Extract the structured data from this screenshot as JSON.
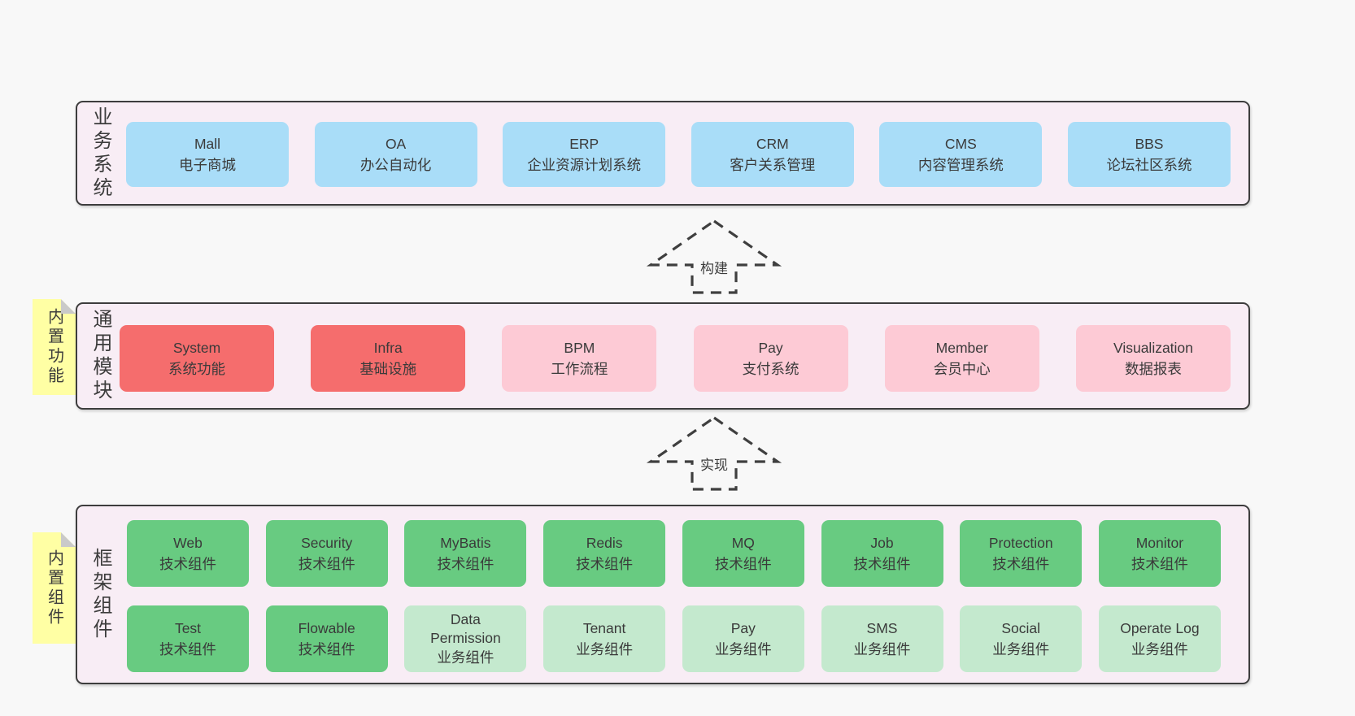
{
  "colors": {
    "page_bg": "#f8f8f8",
    "panel_bg": "#f8edf5",
    "panel_border": "#3d3d3d",
    "box_blue": "#a9ddf8",
    "box_red": "#f56d6d",
    "box_pink": "#fdcad5",
    "box_green": "#68cb81",
    "box_green_light": "#c4e9ce",
    "sticky_yellow": "#ffffa4",
    "fold_gray": "#c9c9c9",
    "text": "#3c3c3c"
  },
  "arrows": {
    "build_label": "构建",
    "implement_label": "实现"
  },
  "business": {
    "side_label": "业务系统",
    "boxes": [
      {
        "title": "Mall",
        "subtitle": "电子商城"
      },
      {
        "title": "OA",
        "subtitle": "办公自动化"
      },
      {
        "title": "ERP",
        "subtitle": "企业资源计划系统"
      },
      {
        "title": "CRM",
        "subtitle": "客户关系管理"
      },
      {
        "title": "CMS",
        "subtitle": "内容管理系统"
      },
      {
        "title": "BBS",
        "subtitle": "论坛社区系统"
      }
    ]
  },
  "modules": {
    "side_label": "通用模块",
    "sticky": "内置功能",
    "boxes": [
      {
        "title": "System",
        "subtitle": "系统功能"
      },
      {
        "title": "Infra",
        "subtitle": "基础设施"
      },
      {
        "title": "BPM",
        "subtitle": "工作流程"
      },
      {
        "title": "Pay",
        "subtitle": "支付系统"
      },
      {
        "title": "Member",
        "subtitle": "会员中心"
      },
      {
        "title": "Visualization",
        "subtitle": "数据报表"
      }
    ]
  },
  "framework": {
    "side_label": "框架组件",
    "sticky": "内置组件",
    "row1": [
      {
        "title": "Web",
        "subtitle": "技术组件"
      },
      {
        "title": "Security",
        "subtitle": "技术组件"
      },
      {
        "title": "MyBatis",
        "subtitle": "技术组件"
      },
      {
        "title": "Redis",
        "subtitle": "技术组件"
      },
      {
        "title": "MQ",
        "subtitle": "技术组件"
      },
      {
        "title": "Job",
        "subtitle": "技术组件"
      },
      {
        "title": "Protection",
        "subtitle": "技术组件"
      },
      {
        "title": "Monitor",
        "subtitle": "技术组件"
      }
    ],
    "row2": [
      {
        "title": "Test",
        "subtitle": "技术组件"
      },
      {
        "title": "Flowable",
        "subtitle": "技术组件"
      },
      {
        "title": "Data Permission",
        "subtitle": "业务组件"
      },
      {
        "title": "Tenant",
        "subtitle": "业务组件"
      },
      {
        "title": "Pay",
        "subtitle": "业务组件"
      },
      {
        "title": "SMS",
        "subtitle": "业务组件"
      },
      {
        "title": "Social",
        "subtitle": "业务组件"
      },
      {
        "title": "Operate Log",
        "subtitle": "业务组件"
      }
    ]
  }
}
